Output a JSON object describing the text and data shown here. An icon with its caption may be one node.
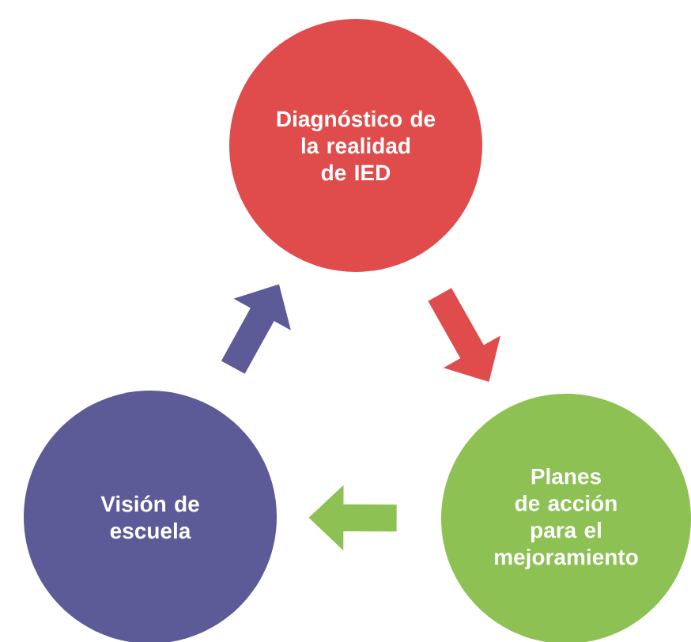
{
  "diagram": {
    "nodes": [
      {
        "text": [
          "Diagnóstico de la realidad de IED"
        ]
      },
      {
        "text": [
          "Planes de acción para el mejoramiento"
        ]
      },
      {
        "text": [
          "Visión de escuela"
        ]
      }
    ],
    "edges": [
      {
        "from": 0,
        "to": 1,
        "arrow": "to",
        "color": "#e04c4c"
      },
      {
        "from": 1,
        "to": 2,
        "arrow": "to",
        "color": "#8dc153"
      },
      {
        "from": 2,
        "to": 0,
        "arrow": "to",
        "color": "#5c5a97"
      }
    ]
  }
}
